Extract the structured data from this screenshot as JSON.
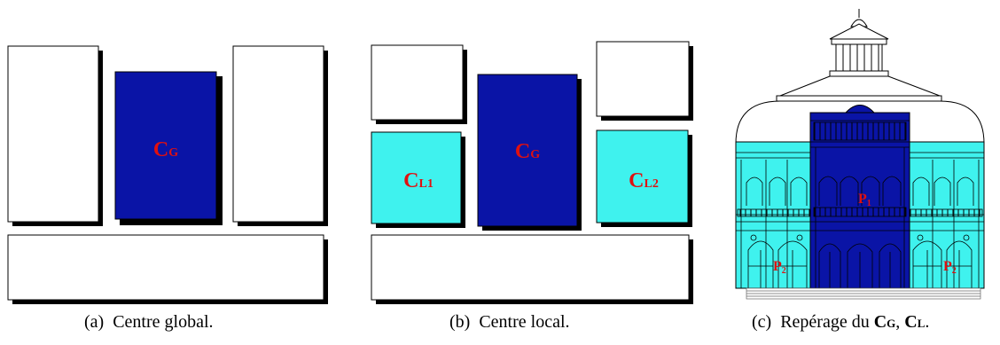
{
  "panels": [
    {
      "caption_tag": "(a)",
      "caption_text": "Centre global.",
      "center_label": {
        "main": "C",
        "sub": "G"
      }
    },
    {
      "caption_tag": "(b)",
      "caption_text": "Centre local.",
      "center_label": {
        "main": "C",
        "sub": "G"
      },
      "local_label_1": {
        "main": "C",
        "sub": "L1"
      },
      "local_label_2": {
        "main": "C",
        "sub": "L2"
      }
    },
    {
      "caption_tag": "(c)",
      "caption_prefix": "Repérage du",
      "caption_cg_main": "C",
      "caption_cg_sub": "G",
      "caption_sep": ",",
      "caption_cl_main": "C",
      "caption_cl_sub": "L",
      "caption_end": ".",
      "p1_main": "P",
      "p1_sub": "1",
      "p2_main": "P",
      "p2_sub": "2"
    }
  ],
  "colors": {
    "dark_blue": "#0a14a6",
    "cyan": "#3ff2ee",
    "label_red": "#e01010",
    "shadow": "#000000"
  }
}
